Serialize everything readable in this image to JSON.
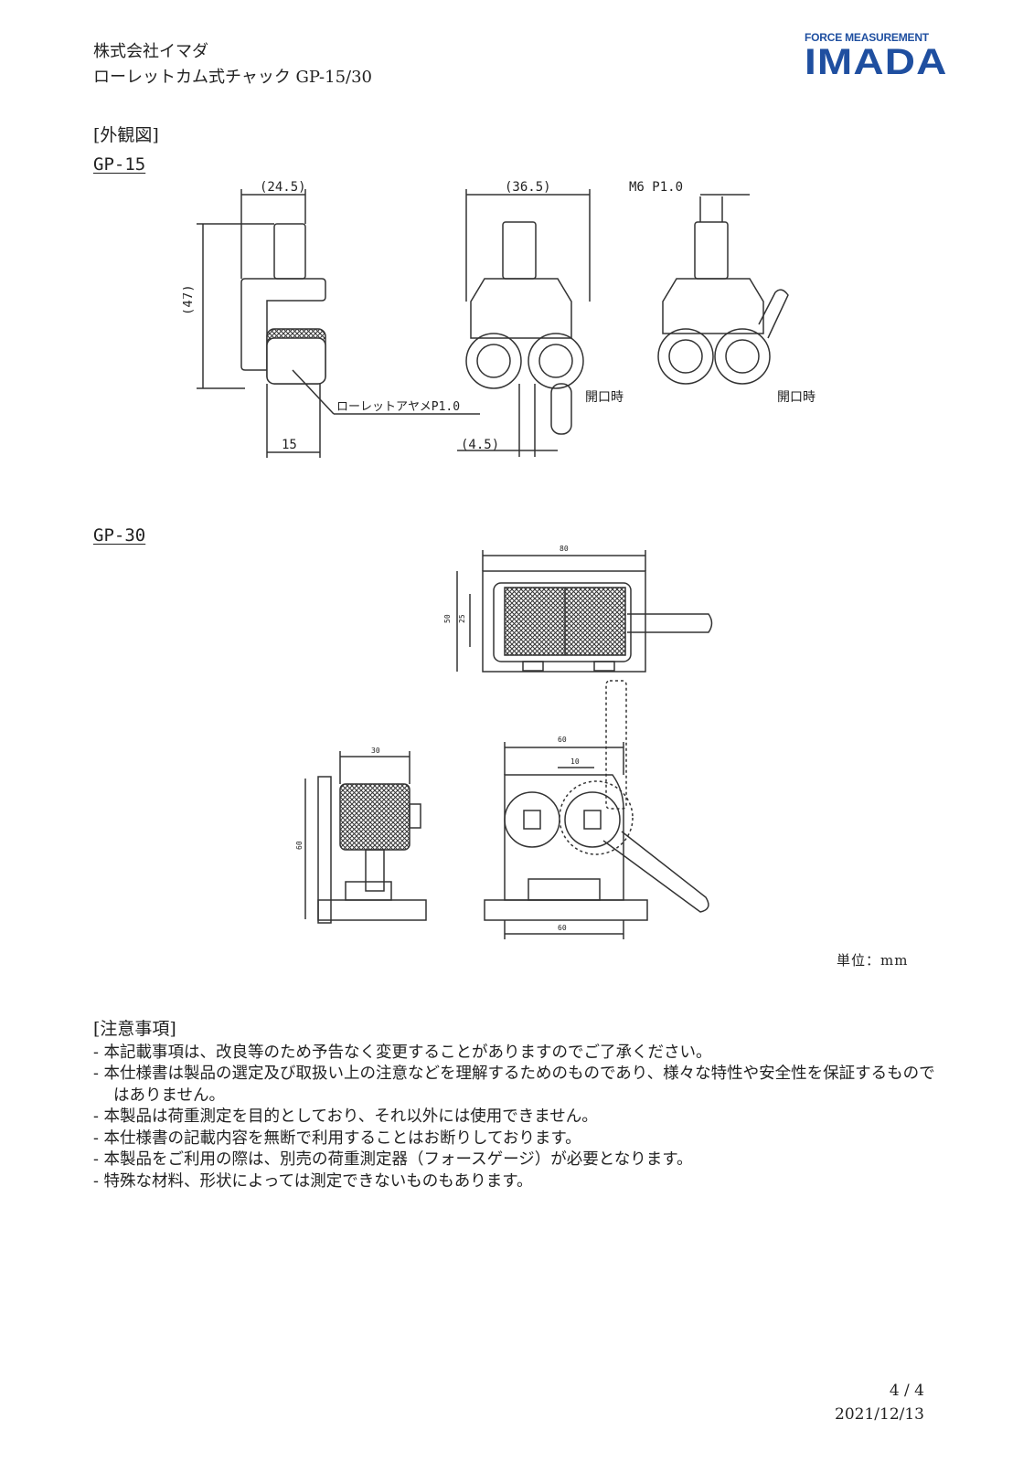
{
  "header": {
    "company": "株式会社イマダ",
    "doc_title": "ローレットカム式チャック GP-15/30",
    "logo_tagline": "FORCE MEASUREMENT",
    "logo_name": "IMADA"
  },
  "section_exterior": "[外観図]",
  "gp15": {
    "model": "GP-15",
    "dims": {
      "width": "(24.5)",
      "height": "(47)",
      "depth": "15",
      "front_width": "(36.5)",
      "thread": "M6 P1.0",
      "lever_offset": "(4.5)",
      "knurl_note": "ローレットアヤメP1.0",
      "open_label_1": "開口時",
      "open_label_2": "開口時"
    }
  },
  "gp30": {
    "model": "GP-30",
    "dims": {
      "top_width": "80",
      "top_height": "50",
      "top_inner": "25",
      "side_width": "30",
      "side_height": "60",
      "front_width": "60",
      "front_gap": "10",
      "base_width": "60"
    }
  },
  "unit_label": "単位：mm",
  "notes": {
    "title": "[注意事項]",
    "items": [
      "- 本記載事項は、改良等のため予告なく変更することがありますのでご了承ください。",
      "- 本仕様書は製品の選定及び取扱い上の注意などを理解するためのものであり、様々な特性や安全性を保証するものではありません。",
      "- 本製品は荷重測定を目的としており、それ以外には使用できません。",
      "- 本仕様書の記載内容を無断で利用することはお断りしております。",
      "- 本製品をご利用の際は、別売の荷重測定器（フォースゲージ）が必要となります。",
      "- 特殊な材料、形状によっては測定できないものもあります。"
    ]
  },
  "footer": {
    "page": "4 / 4",
    "date": "2021/12/13"
  }
}
